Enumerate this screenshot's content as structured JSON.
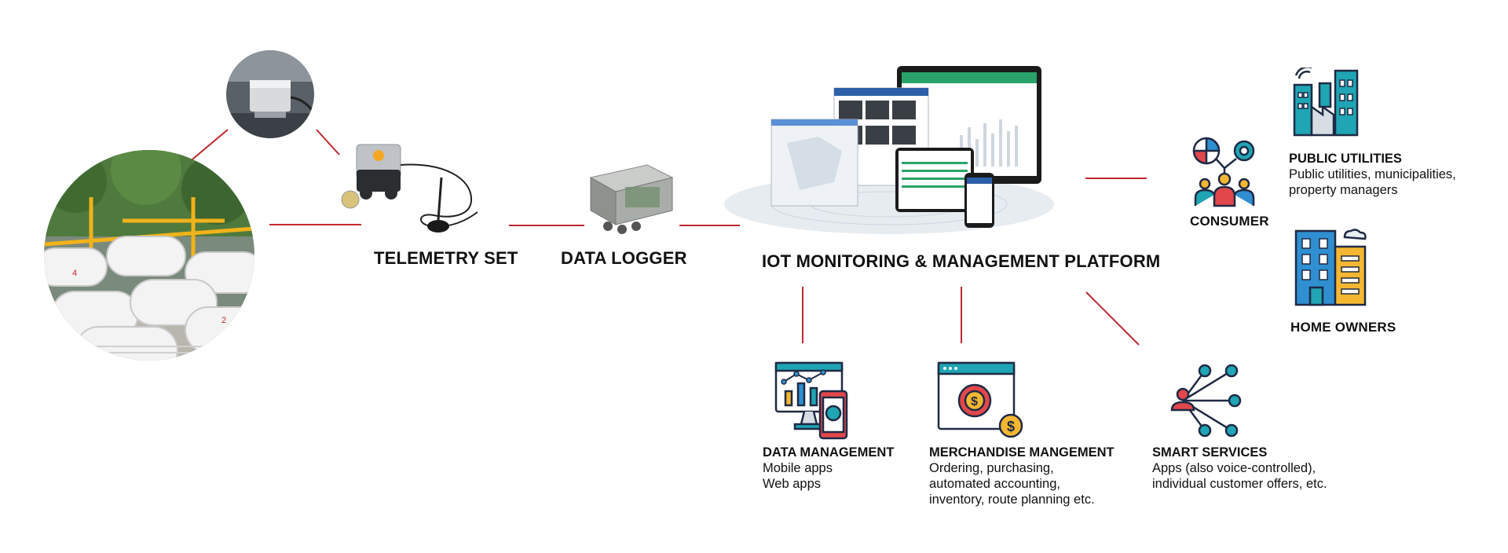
{
  "colors": {
    "connector": "#c0282d",
    "icon_outline": "#1f2a44",
    "teal": "#1fa5b4",
    "blue": "#2f8fd1",
    "red": "#e2474b",
    "yellow": "#f5b731",
    "platform_green": "#2aa36b"
  },
  "stages": {
    "telemetry": "TELEMETRY SET",
    "logger": "DATA LOGGER",
    "platform": "IOT MONITORING & MANAGEMENT PLATFORM"
  },
  "consumer": {
    "label": "CONSUMER",
    "icon": "people-network-icon"
  },
  "public_utilities": {
    "title": "PUBLIC UTILITIES",
    "lines": [
      "Public utilities, municipalities,",
      "property managers"
    ],
    "icon": "factory-buildings-icon"
  },
  "home_owners": {
    "title": "HOME OWNERS",
    "icon": "apartment-building-icon"
  },
  "data_management": {
    "title": "DATA MANAGEMENT",
    "lines": [
      "Mobile apps",
      "Web apps"
    ],
    "icon": "dashboard-devices-icon"
  },
  "merchandise": {
    "title": "MERCHANDISE MANGEMENT",
    "lines": [
      "Ordering, purchasing,",
      "automated accounting,",
      "inventory, route planning etc."
    ],
    "icon": "browser-gear-dollar-icon"
  },
  "smart_services": {
    "title": "SMART SERVICES",
    "lines": [
      "Apps (also voice-controlled),",
      "individual customer offers, etc."
    ],
    "icon": "user-network-icon"
  }
}
